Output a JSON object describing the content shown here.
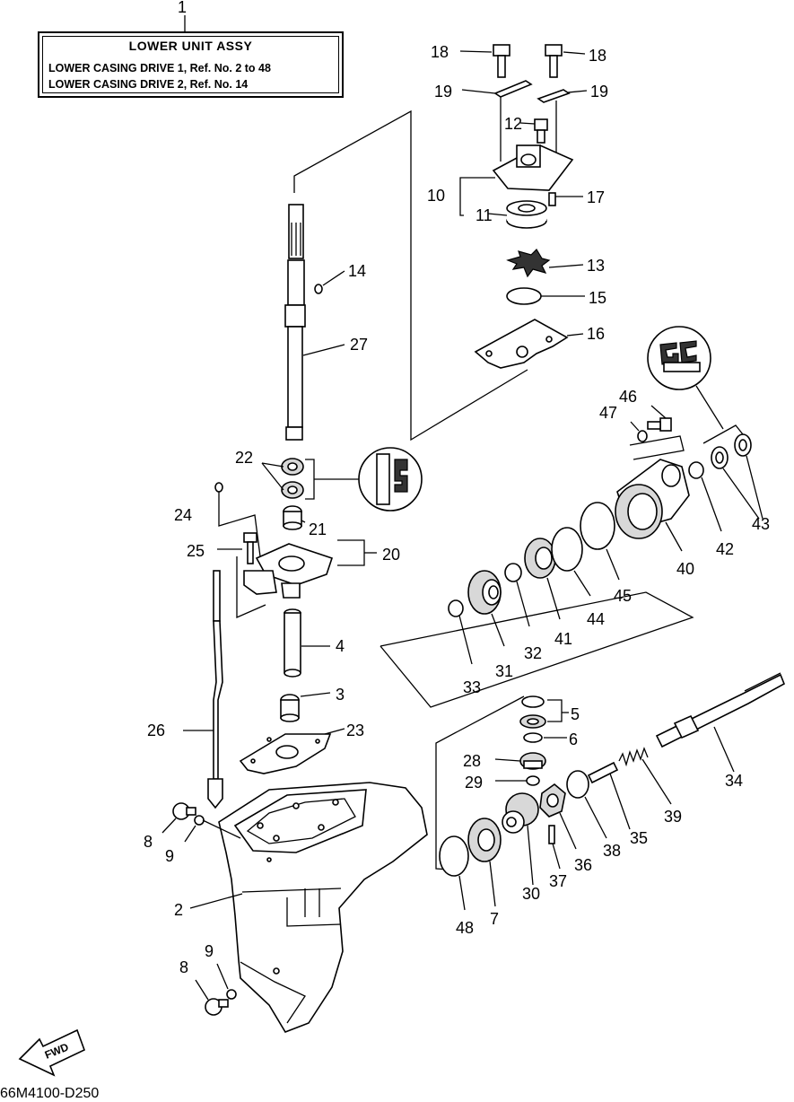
{
  "title_box": {
    "ref_no": "1",
    "title": "LOWER UNIT ASSY",
    "line1": "LOWER CASING DRIVE 1, Ref. No. 2 to 48",
    "line2": "LOWER CASING DRIVE 2, Ref. No. 14"
  },
  "fwd_label": "FWD",
  "footer_code": "66M4100-D250",
  "callouts": {
    "c2": "2",
    "c3": "3",
    "c4": "4",
    "c5": "5",
    "c6": "6",
    "c7": "7",
    "c8a": "8",
    "c8b": "8",
    "c9a": "9",
    "c9b": "9",
    "c10": "10",
    "c11": "11",
    "c12": "12",
    "c13": "13",
    "c14": "14",
    "c15": "15",
    "c16": "16",
    "c17": "17",
    "c18a": "18",
    "c18b": "18",
    "c19a": "19",
    "c19b": "19",
    "c20": "20",
    "c21": "21",
    "c22": "22",
    "c23": "23",
    "c24": "24",
    "c25": "25",
    "c26": "26",
    "c27": "27",
    "c28": "28",
    "c29": "29",
    "c30": "30",
    "c31": "31",
    "c32": "32",
    "c33": "33",
    "c34": "34",
    "c35": "35",
    "c36": "36",
    "c37": "37",
    "c38": "38",
    "c39": "39",
    "c40": "40",
    "c41": "41",
    "c42": "42",
    "c43": "43",
    "c44": "44",
    "c45": "45",
    "c46": "46",
    "c47": "47",
    "c48": "48"
  }
}
